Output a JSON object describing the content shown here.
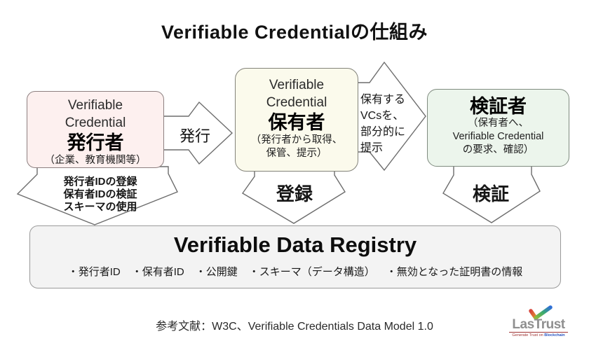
{
  "title": "Verifiable Credentialの仕組み",
  "boxes": {
    "issuer": {
      "vc1": "Verifiable",
      "vc2": "Credential",
      "role": "発行者",
      "note": "（企業、教育機関等）",
      "bg": "#fdf0ef"
    },
    "holder": {
      "vc1": "Verifiable",
      "vc2": "Credential",
      "role": "保有者",
      "note1": "（発行者から取得、",
      "note2": "保管、提示）",
      "bg": "#fbfaec"
    },
    "verifier": {
      "role": "検証者",
      "note1": "（保有者へ、",
      "note2": "Verifiable Credential",
      "note3": "の要求、確認）",
      "bg": "#ecf5ec"
    }
  },
  "arrows": {
    "issue_label": "発行",
    "present_lines": [
      "保有する",
      "VCsを、",
      "部分的に",
      "提示"
    ],
    "issuer_down_lines": [
      "発行者IDの登録",
      "保有者IDの検証",
      "スキーマの使用"
    ],
    "holder_down_label": "登録",
    "verifier_down_label": "検証",
    "fill": "#ffffff",
    "stroke": "#6d6d6d"
  },
  "registry": {
    "title": "Verifiable Data Registry",
    "items": [
      "・発行者ID",
      "・保有者ID",
      "・公開鍵",
      "・スキーマ（データ構造）",
      "・無効となった証明書の情報"
    ],
    "bg": "#f3f3f3"
  },
  "footer": {
    "reference": "参考文献：W3C、Verifiable Credentials Data Model 1.0"
  },
  "logo": {
    "name": "LasTrust",
    "tagline_prefix": "Generate Trust on ",
    "tagline_highlight": "Blockchain",
    "check_colors": [
      "#d7453c",
      "#e2902f",
      "#8fba3c",
      "#3bac6e",
      "#2f6fd6"
    ]
  }
}
